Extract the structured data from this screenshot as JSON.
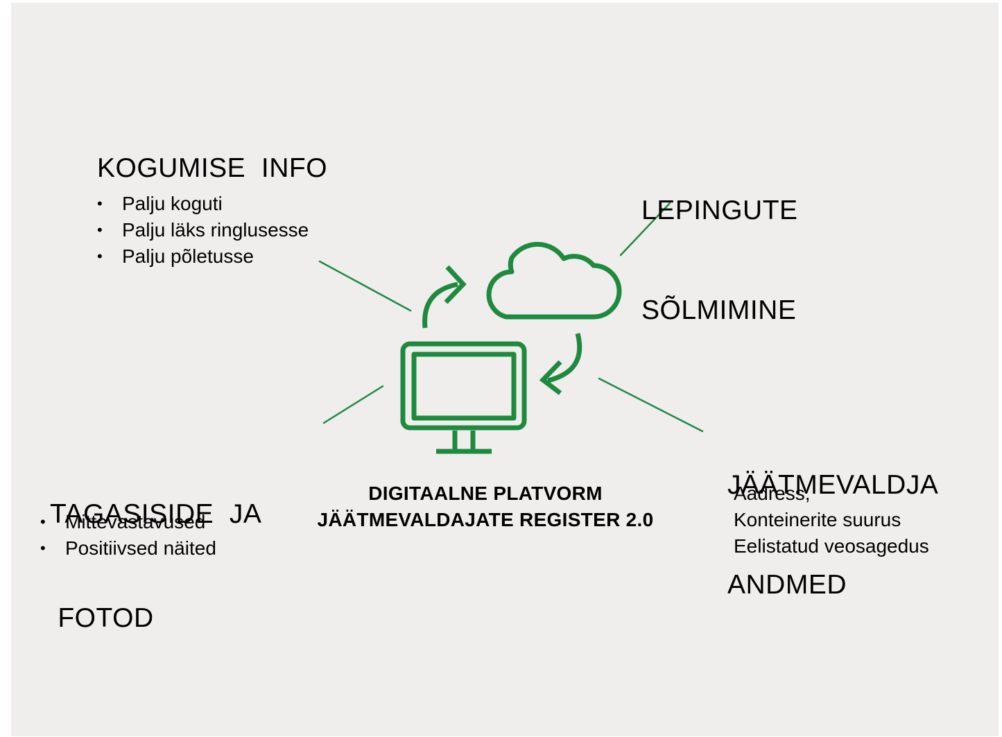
{
  "accent_color": "#1e8a3e",
  "line_color": "#1e8a3e",
  "icons": [
    "monitor-icon",
    "cloud-icon",
    "sync-arrow-up-icon",
    "sync-arrow-down-icon"
  ],
  "collection_info": {
    "heading": "KOGUMISE  INFO",
    "items": [
      "Palju koguti",
      "Palju läks ringlusesse",
      "Palju põletusse"
    ]
  },
  "contracts": {
    "heading_lines": [
      "LEPINGUTE",
      "SÕLMIMINE"
    ]
  },
  "feedback": {
    "heading_lines": [
      "TAGASISIDE  JA",
      " FOTOD"
    ],
    "items": [
      "Mittevastavused",
      "Positiivsed näited"
    ]
  },
  "holder_data": {
    "heading_lines": [
      "JÄÄTMEVALDJA",
      "ANDMED"
    ],
    "lines": [
      "Aadress,",
      "Konteinerite suurus",
      "Eelistatud veosagedus"
    ]
  },
  "platform": {
    "title_lines": [
      "DIGITAALNE PLATVORM",
      "JÄÄTMEVALDAJATE REGISTER 2.0"
    ]
  }
}
